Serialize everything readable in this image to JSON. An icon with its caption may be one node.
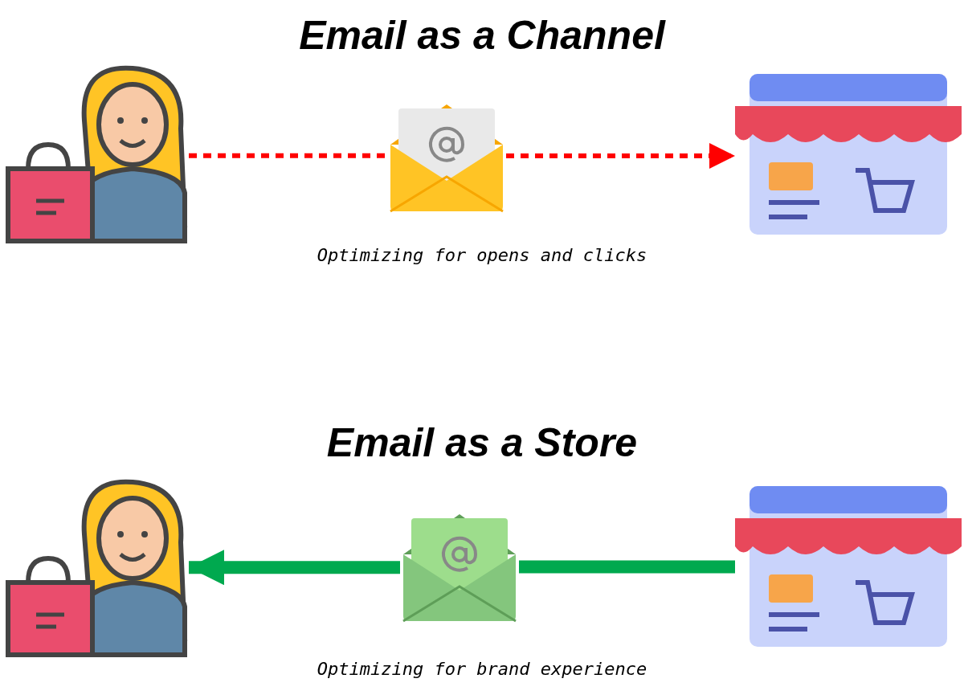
{
  "diagram": {
    "nodes": [
      {
        "text": [],
        "shape": "picture"
      },
      {
        "text": [],
        "shape": "picture",
        "beside": [
          "Optimizing for opens and clicks"
        ]
      },
      {
        "text": [],
        "shape": "picture"
      },
      {
        "text": [],
        "shape": "picture"
      },
      {
        "text": [],
        "shape": "picture",
        "beside": [
          "Optimizing for brand experience"
        ]
      },
      {
        "text": [],
        "shape": "picture"
      }
    ],
    "edges": [
      {
        "from": 0,
        "to": 1,
        "arrow": "none",
        "style": "dashed",
        "color": "#ff0000"
      },
      {
        "from": 1,
        "to": 2,
        "arrow": "to",
        "style": "dashed",
        "color": "#ff0000"
      },
      {
        "from": 5,
        "to": 4,
        "arrow": "none",
        "style": "thick",
        "color": "#00a94f"
      },
      {
        "from": 4,
        "to": 3,
        "arrow": "to",
        "style": "thick",
        "color": "#00a94f"
      }
    ],
    "labels": [
      "Email as a Channel",
      "Email as a Store"
    ]
  }
}
